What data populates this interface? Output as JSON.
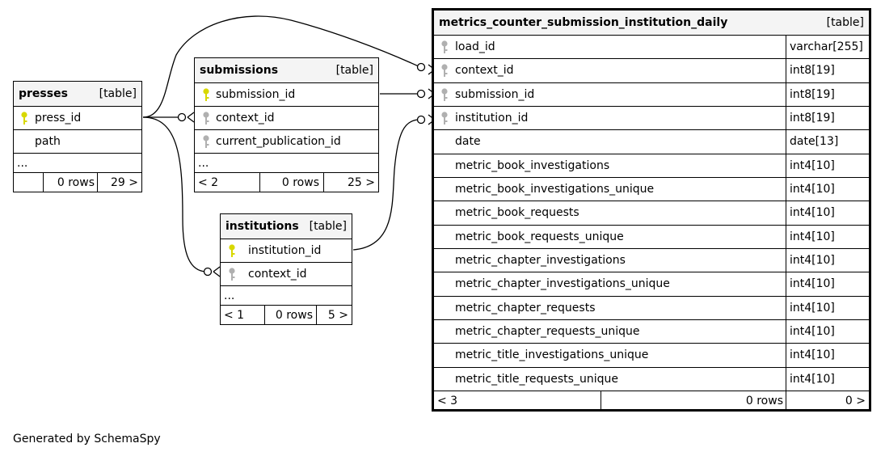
{
  "footer": "Generated by SchemaSpy",
  "colors": {
    "primary_key": "#d8d800",
    "foreign_key": "#b0b0b0",
    "header_bg": "#f4f4f4"
  },
  "presses": {
    "name": "presses",
    "kind": "[table]",
    "columns": [
      "press_id",
      "path"
    ],
    "ellipsis": "...",
    "footer": {
      "left": "",
      "rows": "0 rows",
      "right": "29 >"
    }
  },
  "submissions": {
    "name": "submissions",
    "kind": "[table]",
    "columns": [
      "submission_id",
      "context_id",
      "current_publication_id"
    ],
    "ellipsis": "...",
    "footer": {
      "left": "< 2",
      "rows": "0 rows",
      "right": "25 >"
    }
  },
  "institutions": {
    "name": "institutions",
    "kind": "[table]",
    "columns": [
      "institution_id",
      "context_id"
    ],
    "ellipsis": "...",
    "footer": {
      "left": "< 1",
      "rows": "0 rows",
      "right": "5 >"
    }
  },
  "metrics": {
    "name": "metrics_counter_submission_institution_daily",
    "kind": "[table]",
    "columns": [
      {
        "name": "load_id",
        "type": "varchar[255]"
      },
      {
        "name": "context_id",
        "type": "int8[19]"
      },
      {
        "name": "submission_id",
        "type": "int8[19]"
      },
      {
        "name": "institution_id",
        "type": "int8[19]"
      },
      {
        "name": "date",
        "type": "date[13]"
      },
      {
        "name": "metric_book_investigations",
        "type": "int4[10]"
      },
      {
        "name": "metric_book_investigations_unique",
        "type": "int4[10]"
      },
      {
        "name": "metric_book_requests",
        "type": "int4[10]"
      },
      {
        "name": "metric_book_requests_unique",
        "type": "int4[10]"
      },
      {
        "name": "metric_chapter_investigations",
        "type": "int4[10]"
      },
      {
        "name": "metric_chapter_investigations_unique",
        "type": "int4[10]"
      },
      {
        "name": "metric_chapter_requests",
        "type": "int4[10]"
      },
      {
        "name": "metric_chapter_requests_unique",
        "type": "int4[10]"
      },
      {
        "name": "metric_title_investigations_unique",
        "type": "int4[10]"
      },
      {
        "name": "metric_title_requests_unique",
        "type": "int4[10]"
      }
    ],
    "footer": {
      "left": "< 3",
      "rows": "0 rows",
      "right": "0 >"
    }
  }
}
